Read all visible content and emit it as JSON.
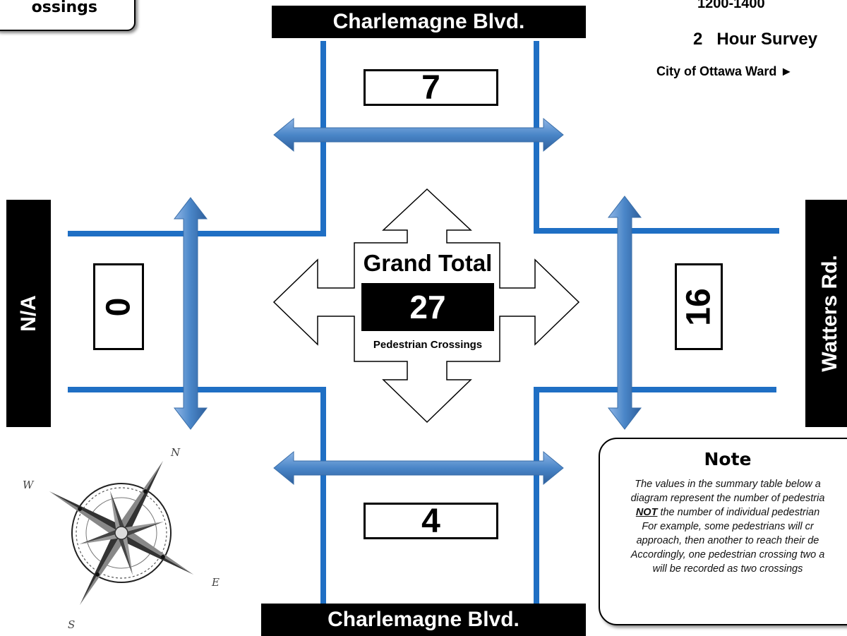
{
  "title_fragment": "ossings",
  "header_info": {
    "time_period": "1200-1400",
    "survey_hours": "2",
    "survey_label": "Hour Survey",
    "ward_label": "City of Ottawa Ward ►"
  },
  "streets": {
    "north": "Charlemagne Blvd.",
    "south": "Charlemagne Blvd.",
    "west": "N/A",
    "east": "Watters Rd."
  },
  "counts": {
    "north": "7",
    "south": "4",
    "west": "0",
    "east": "16"
  },
  "grand_total": {
    "label": "Grand Total",
    "value": "27",
    "sublabel": "Pedestrian Crossings"
  },
  "note": {
    "title": "Note",
    "line1": "The values in the summary table below a",
    "line2": "diagram represent the number of pedestria",
    "line3_emph": "NOT",
    "line3_rest": " the number of individual pedestrian",
    "line4": "For example, some pedestrians will cr",
    "line5": "approach, then another to reach their de",
    "line6": "Accordingly, one pedestrian crossing two a",
    "line7": "will be recorded as two crossings"
  },
  "compass": {
    "N": "N",
    "E": "E",
    "S": "S",
    "W": "W"
  },
  "colors": {
    "road_line": "#1f6fc4",
    "arrow_fill": "#4a86c8",
    "label_bg": "#000000"
  }
}
